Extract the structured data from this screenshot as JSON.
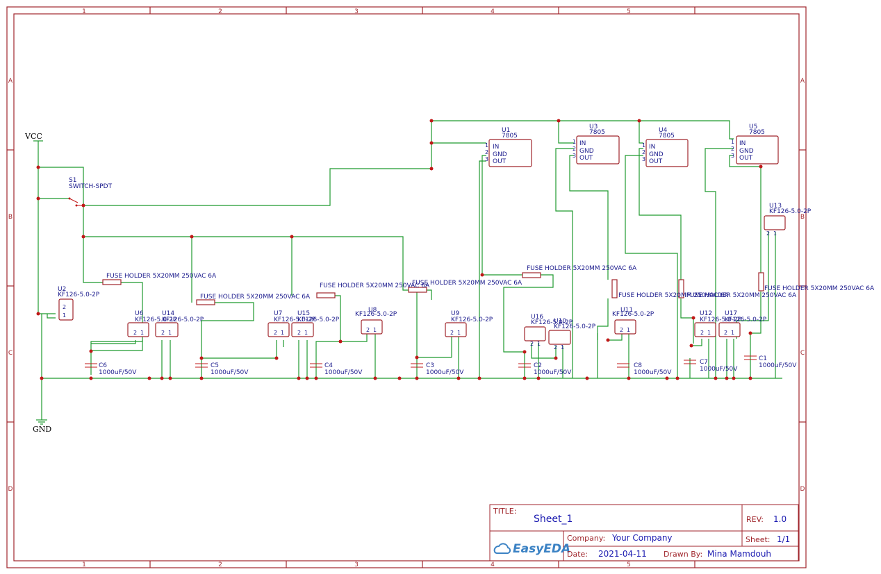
{
  "zones": {
    "columns": [
      "1",
      "2",
      "3",
      "4",
      "5"
    ],
    "rows": [
      "A",
      "B",
      "C",
      "D"
    ]
  },
  "nets": {
    "vcc": "VCC",
    "gnd": "GND"
  },
  "switch": {
    "ref": "S1",
    "value": "SWITCH-SPDT"
  },
  "regulators": [
    {
      "ref": "U1",
      "value": "7805",
      "pins": [
        "IN",
        "GND",
        "OUT"
      ],
      "nums": [
        "1",
        "2",
        "3"
      ]
    },
    {
      "ref": "U3",
      "value": "7805",
      "pins": [
        "IN",
        "GND",
        "OUT"
      ],
      "nums": [
        "1",
        "2",
        "3"
      ]
    },
    {
      "ref": "U4",
      "value": "7805",
      "pins": [
        "IN",
        "GND",
        "OUT"
      ],
      "nums": [
        "1",
        "2",
        "3"
      ]
    },
    {
      "ref": "U5",
      "value": "7805",
      "pins": [
        "IN",
        "GND",
        "OUT"
      ],
      "nums": [
        "1",
        "2",
        "3"
      ]
    }
  ],
  "connectors": [
    {
      "ref": "U2",
      "value": "KF126-5.0-2P"
    },
    {
      "ref": "U6",
      "value": "KF126-5.0-2P"
    },
    {
      "ref": "U14",
      "value": "KF126-5.0-2P"
    },
    {
      "ref": "U7",
      "value": "KF126-5.0-2P"
    },
    {
      "ref": "U15",
      "value": "KF126-5.0-2P"
    },
    {
      "ref": "U8",
      "value": "KF126-5.0-2P"
    },
    {
      "ref": "U9",
      "value": "KF126-5.0-2P"
    },
    {
      "ref": "U16",
      "value": "KF126-5.0-2P"
    },
    {
      "ref": "U10",
      "value": "KF126-5.0-2P"
    },
    {
      "ref": "U11",
      "value": "KF126-5.0-2P"
    },
    {
      "ref": "U12",
      "value": "KF126-5.0-2P"
    },
    {
      "ref": "U17",
      "value": "KF126-5.0-2P"
    },
    {
      "ref": "U13",
      "value": "KF126-5.0-2P"
    }
  ],
  "connector_pins": [
    "2",
    "1"
  ],
  "capacitors": [
    {
      "ref": "C6",
      "value": "1000uF/50V"
    },
    {
      "ref": "C5",
      "value": "1000uF/50V"
    },
    {
      "ref": "C4",
      "value": "1000uF/50V"
    },
    {
      "ref": "C3",
      "value": "1000uF/50V"
    },
    {
      "ref": "C2",
      "value": "1000uF/50V"
    },
    {
      "ref": "C8",
      "value": "1000uF/50V"
    },
    {
      "ref": "C7",
      "value": "1000uF/50V"
    },
    {
      "ref": "C1",
      "value": "1000uF/50V"
    }
  ],
  "fuses": [
    {
      "value": "FUSE HOLDER 5X20MM 250VAC 6A"
    },
    {
      "value": "FUSE HOLDER 5X20MM 250VAC 6A"
    },
    {
      "value": "FUSE HOLDER 5X20MM 250VAC 6A"
    },
    {
      "value": "FUSE HOLDER 5X20MM 250VAC 6A"
    },
    {
      "value": "FUSE HOLDER 5X20MM 250VAC 6A"
    },
    {
      "value": "FUSE HOLDER 5X20MM 250VAC 6A"
    },
    {
      "value": "FUSE HOLDER 5X20MM 250VAC 6A"
    },
    {
      "value": "FUSE HOLDER 5X20MM 250VAC 6A"
    }
  ],
  "title_block": {
    "title_key": "TITLE:",
    "title": "Sheet_1",
    "rev_key": "REV:",
    "rev": "1.0",
    "company_key": "Company:",
    "company": "Your Company",
    "sheet_key": "Sheet:",
    "sheet": "1/1",
    "date_key": "Date:",
    "date": "2021-04-11",
    "drawn_key": "Drawn By:",
    "drawn_by": "Mina Mamdouh",
    "logo": "EasyEDA"
  },
  "colors": {
    "frame": "#a0262c",
    "wire": "#1e9a2e",
    "junction": "#c01818",
    "label": "#1a1a8c"
  }
}
